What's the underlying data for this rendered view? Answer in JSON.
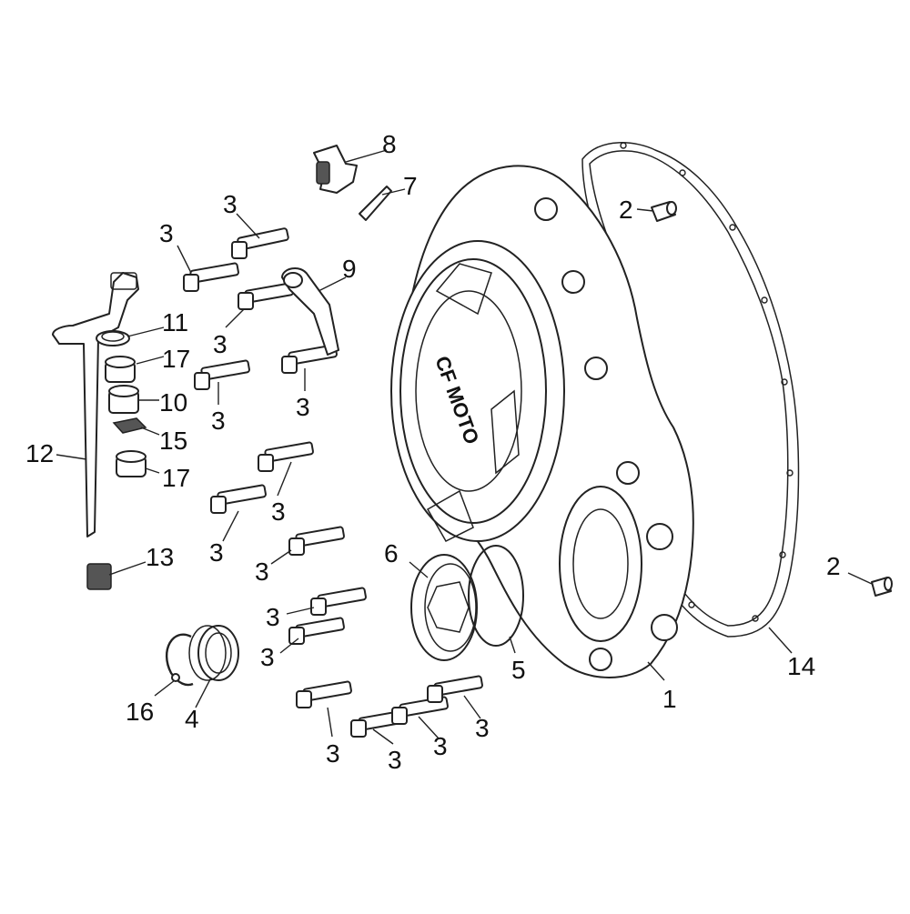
{
  "diagram": {
    "labels": {
      "cover": "1",
      "dowel_top": "2",
      "dowel_right": "2",
      "bolt": "3",
      "seal_ring": "4",
      "o_ring": "5",
      "plug": "6",
      "pin": "7",
      "sight_fitting": "8",
      "bracket": "9",
      "bushing_10": "10",
      "washer_11": "11",
      "shaft_12": "12",
      "insert_13": "13",
      "gasket": "14",
      "clip_15": "15",
      "circlip_16": "16",
      "bushing_17": "17"
    },
    "logo_text": "CF MOTO"
  }
}
